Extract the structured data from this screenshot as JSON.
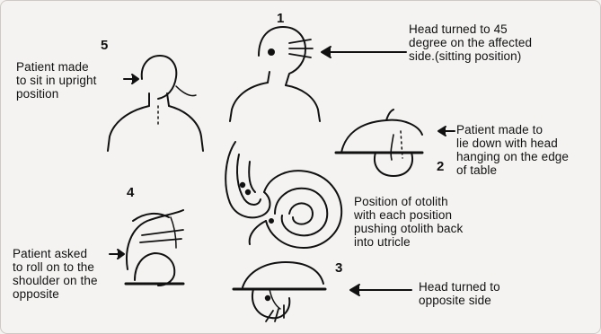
{
  "steps": [
    {
      "number": "1",
      "label": "Head turned to 45\ndegree on the affected\nside.(sitting position)"
    },
    {
      "number": "2",
      "label": "Patient made to\nlie down with head\nhanging on the edge\nof table"
    },
    {
      "number": "3",
      "label": "Head turned to\nopposite side"
    },
    {
      "number": "4",
      "label": "Patient asked\nto roll on to the\nshoulder on the\nopposite"
    },
    {
      "number": "5",
      "label": "Patient made\nto sit in upright\nposition"
    }
  ],
  "center_caption": "Position of otolith\nwith each position\npushing otolith back\ninto utricle",
  "colors": {
    "background": "#f4f3f1",
    "ink": "#111111"
  }
}
